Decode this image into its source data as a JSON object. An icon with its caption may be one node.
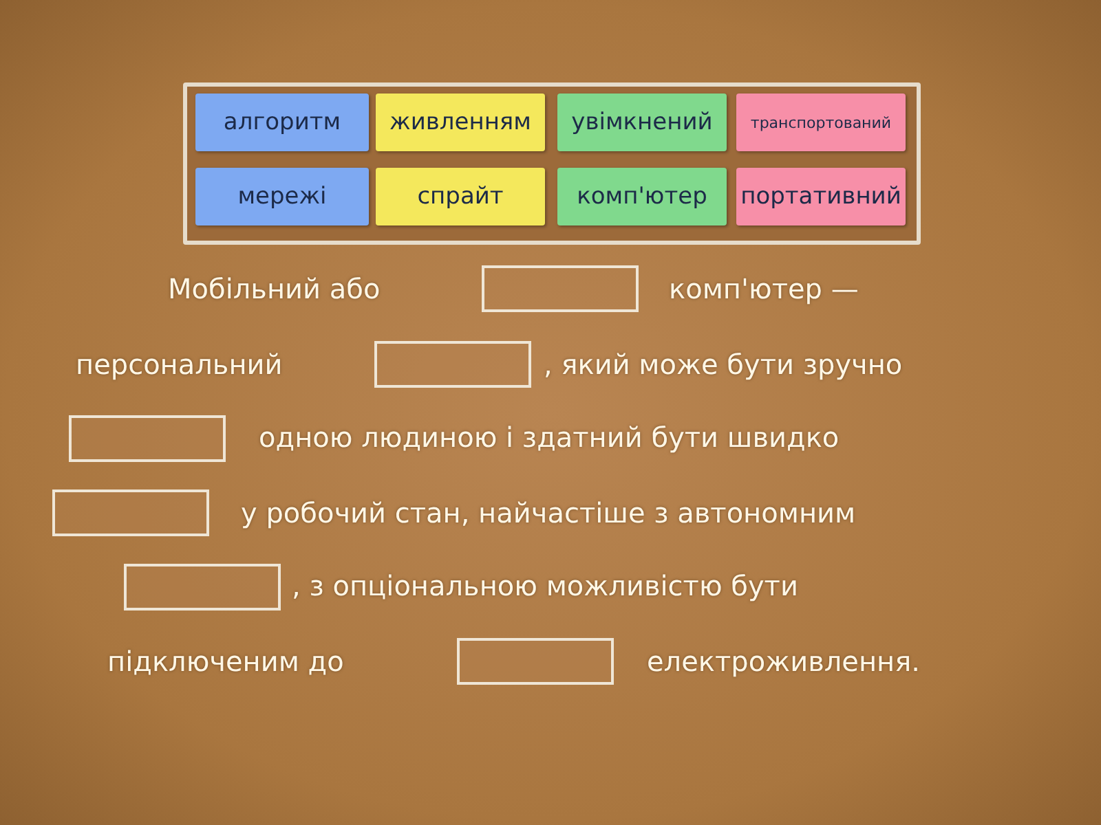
{
  "diagram": {
    "nodes": [
      {
        "text": [
          "алгоритм"
        ]
      },
      {
        "text": [
          "живленням"
        ]
      },
      {
        "text": [
          "увімкнений"
        ]
      },
      {
        "text": [
          "транспортований"
        ]
      },
      {
        "text": [
          "мережі"
        ]
      },
      {
        "text": [
          "спрайт"
        ]
      },
      {
        "text": [
          "комп'ютер"
        ]
      },
      {
        "text": [
          "портативний"
        ]
      },
      {
        "text": [],
        "shape": "box"
      },
      {
        "text": [],
        "shape": "box"
      },
      {
        "text": [],
        "shape": "box"
      },
      {
        "text": [],
        "shape": "box"
      },
      {
        "text": [],
        "shape": "box"
      },
      {
        "text": [],
        "shape": "box"
      }
    ],
    "labels": [
      "Мобільний або",
      "комп'ютер —",
      "персональний",
      ", який може бути зручно",
      "одною людиною і здатний бути швидко",
      "у робочий стан, найчастіше з автономним",
      ", з опціональною можливістю бути",
      "підключеним до",
      "електроживлення."
    ]
  }
}
